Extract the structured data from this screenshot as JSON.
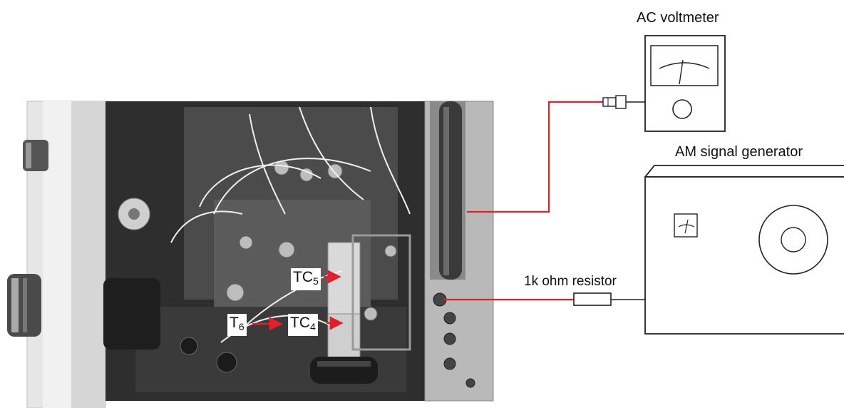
{
  "labels": {
    "ac_voltmeter": "AC voltmeter",
    "am_signal_generator": "AM signal generator",
    "resistor": "1k ohm resistor",
    "tc5_main": "TC",
    "tc5_sub": "5",
    "tc4_main": "TC",
    "tc4_sub": "4",
    "t6_main": "T",
    "t6_sub": "6"
  },
  "colors": {
    "wire": "#e0202a",
    "arrow": "#e0202a",
    "chassis_dark": "#2b2b2b",
    "chassis_light": "#c9c9c9",
    "outline": "#222222"
  }
}
